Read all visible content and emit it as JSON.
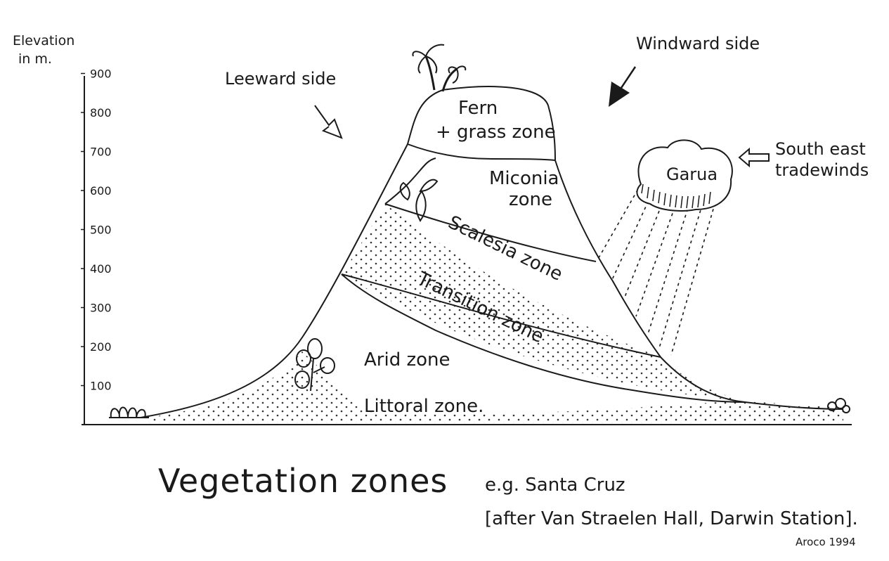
{
  "axis": {
    "label_line1": "Elevation",
    "label_line2": "in m.",
    "ticks": [
      {
        "value": 100,
        "label": "100"
      },
      {
        "value": 200,
        "label": "200"
      },
      {
        "value": 300,
        "label": "300"
      },
      {
        "value": 400,
        "label": "400"
      },
      {
        "value": 500,
        "label": "500"
      },
      {
        "value": 600,
        "label": "600"
      },
      {
        "value": 700,
        "label": "700"
      },
      {
        "value": 800,
        "label": "800"
      },
      {
        "value": 900,
        "label": "900"
      }
    ]
  },
  "labels": {
    "leeward": "Leeward side",
    "windward": "Windward side",
    "tradewinds_line1": "South east",
    "tradewinds_line2": "tradewinds",
    "garua": "Garua"
  },
  "zones": {
    "fern_line1": "Fern",
    "fern_line2": "+ grass zone",
    "miconia_line1": "Miconia",
    "miconia_line2": "zone",
    "scalesia": "Scalesia zone",
    "transition": "Transition zone",
    "arid": "Arid zone",
    "littoral": "Littoral zone."
  },
  "caption": {
    "title": "Vegetation zones",
    "example": "e.g. Santa Cruz",
    "source": "[after Van Straelen Hall, Darwin Station].",
    "signature": "Aroco 1994"
  },
  "icons": {
    "palm": "palm-tree-icon",
    "scrub": "scrub-bush-icon",
    "cactus": "cactus-icon",
    "plant": "leafy-plant-icon",
    "shore_plant": "shore-plant-icon",
    "cloud": "cloud-icon"
  }
}
